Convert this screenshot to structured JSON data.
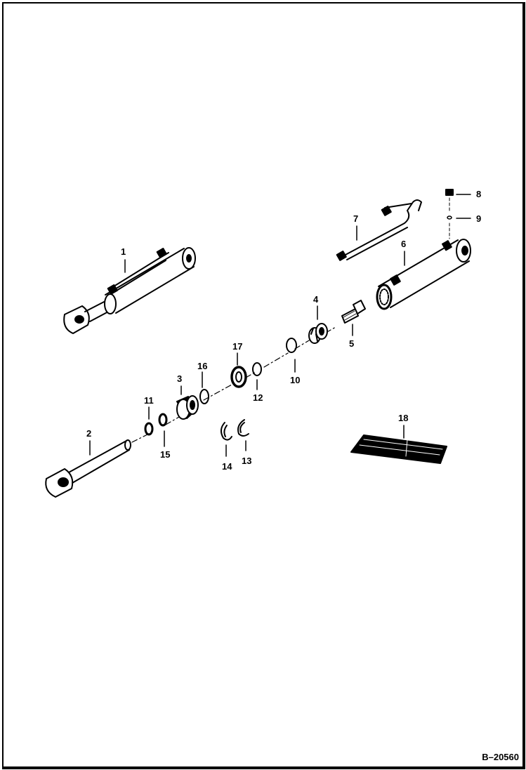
{
  "diagram": {
    "figure_id": "B–20560",
    "callouts": {
      "c1": "1",
      "c2": "2",
      "c3": "3",
      "c4": "4",
      "c5": "5",
      "c6": "6",
      "c7": "7",
      "c8": "8",
      "c9": "9",
      "c10": "10",
      "c11": "11",
      "c12": "12",
      "c13": "13",
      "c14": "14",
      "c15": "15",
      "c16": "16",
      "c17": "17",
      "c18": "18"
    }
  }
}
